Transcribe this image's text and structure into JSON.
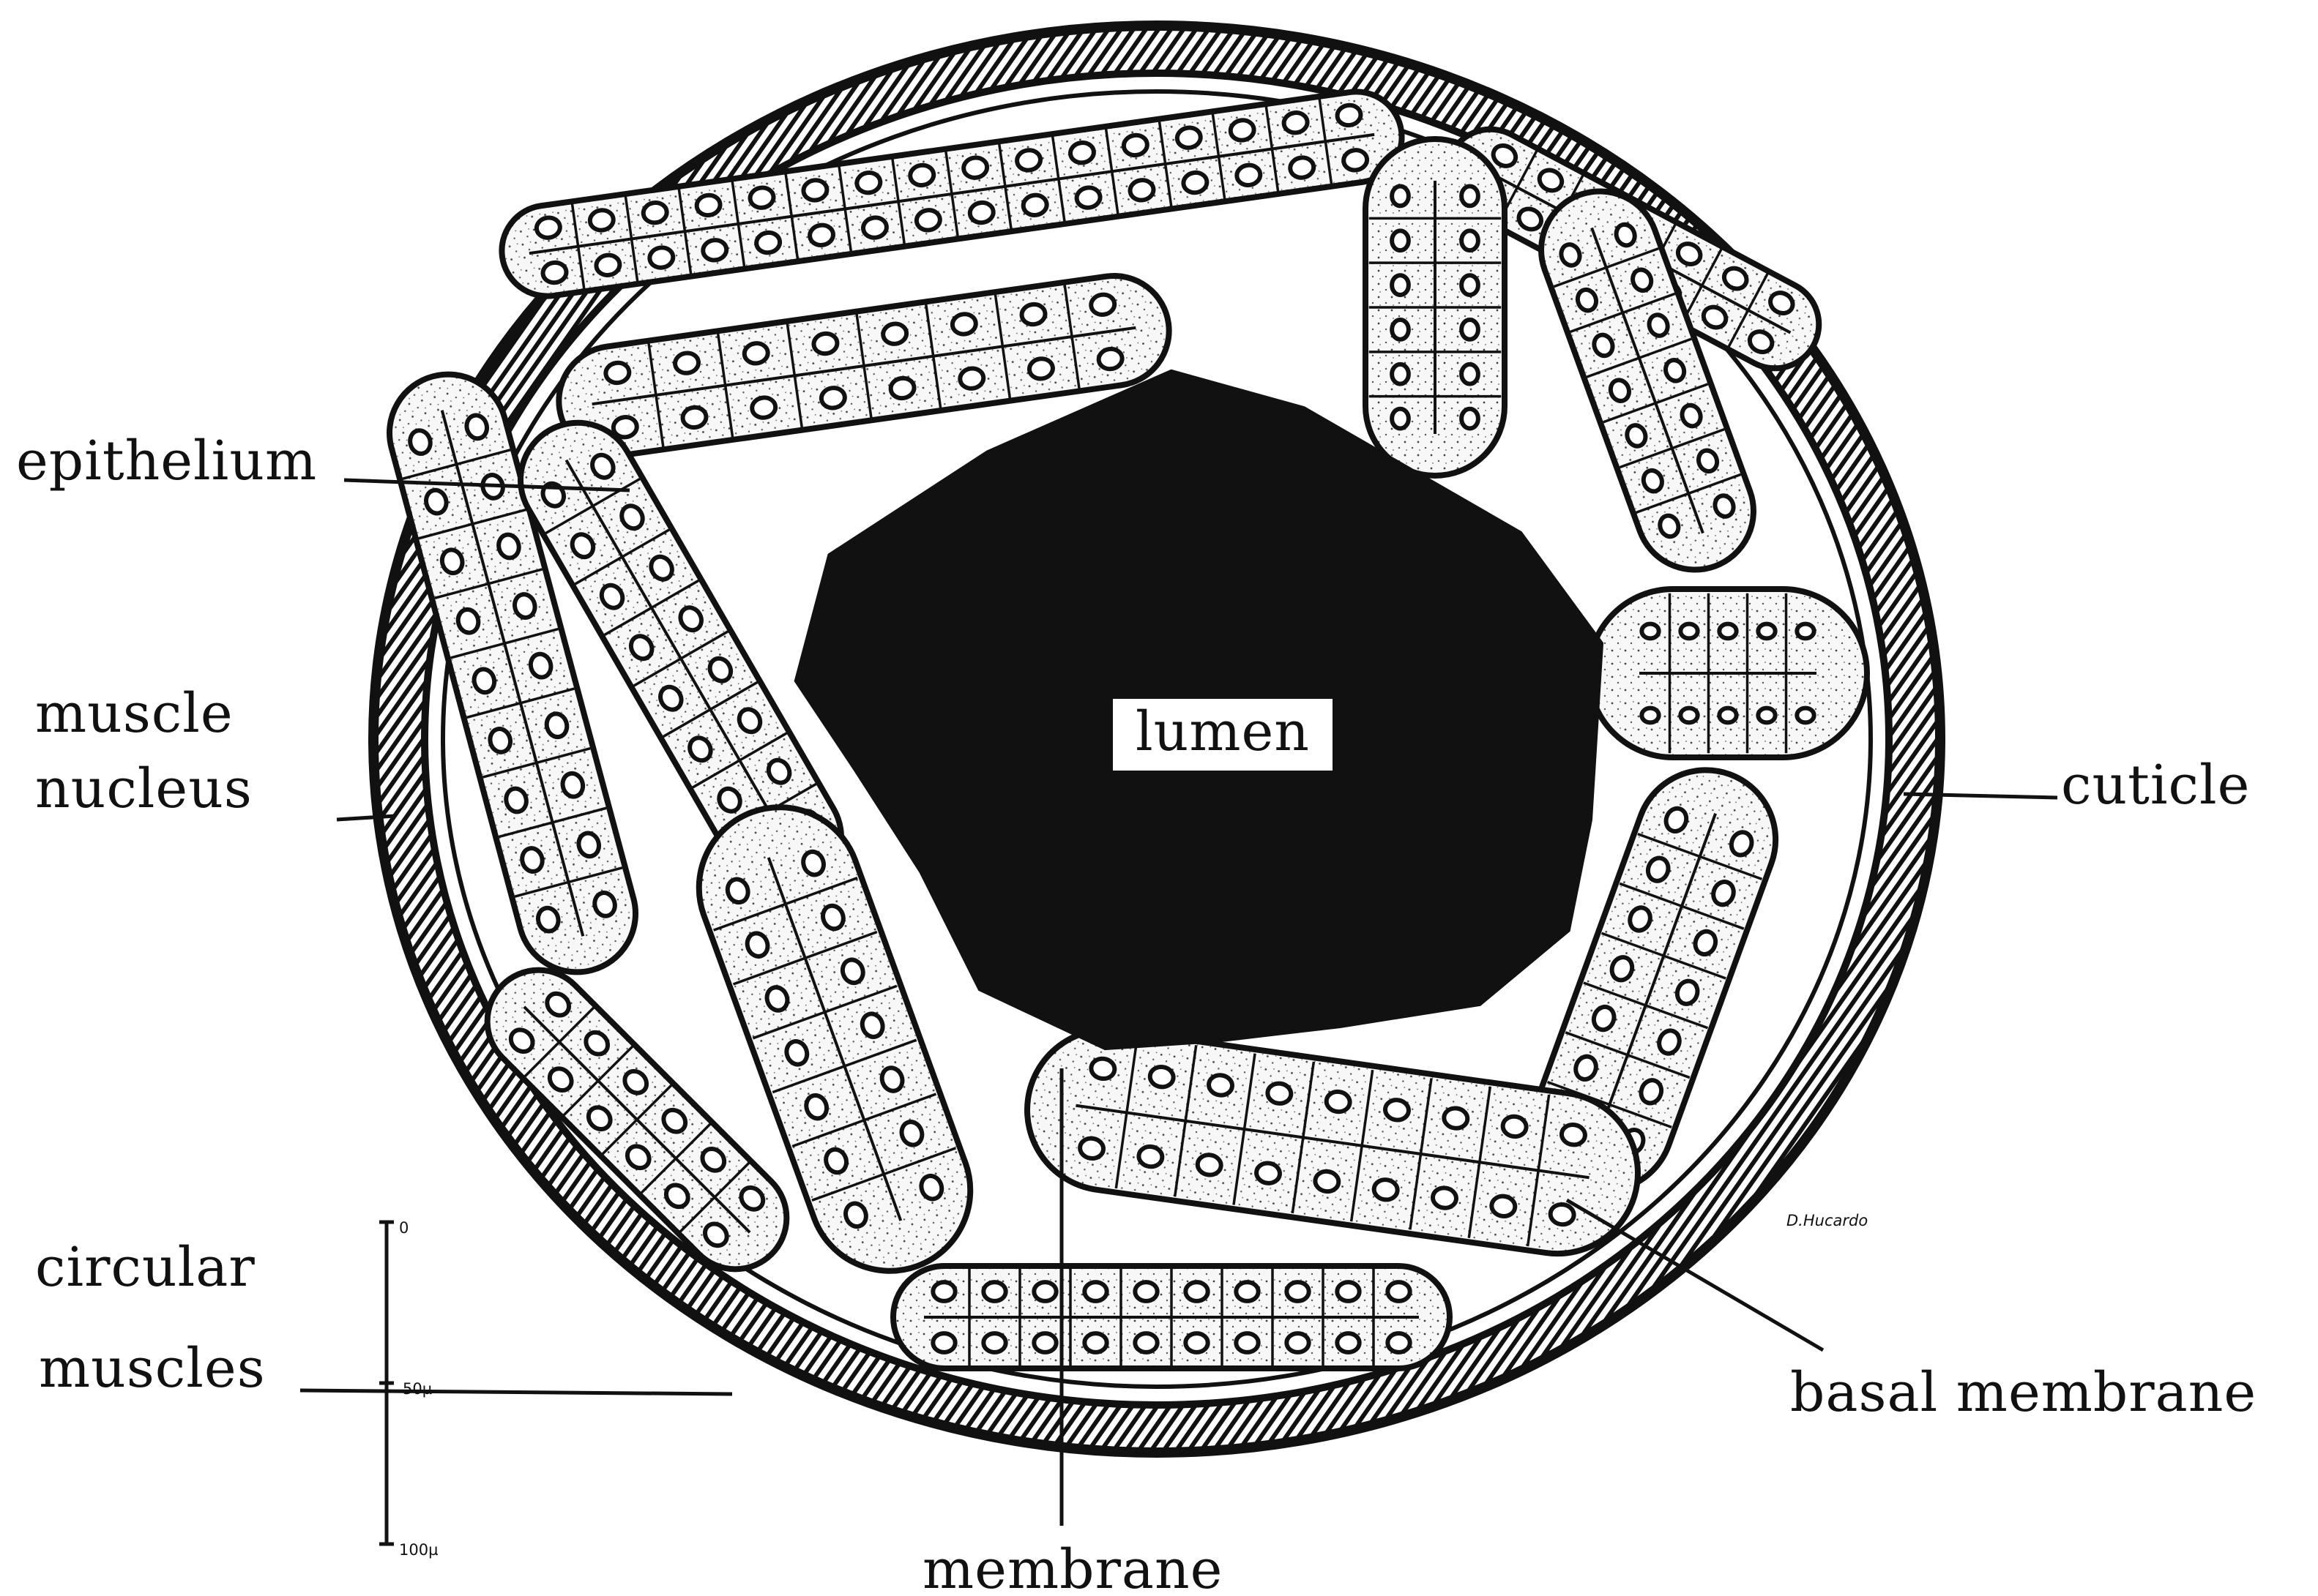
{
  "labels": {
    "epithelium": "epithelium",
    "muscle": "muscle",
    "nucleus": "nucleus",
    "lumen": "lumen",
    "cuticle": "cuticle",
    "circular": "circular",
    "muscles": "muscles",
    "basal_membrane": "basal membrane",
    "membrane": "membrane"
  },
  "scale_bar": {
    "tick_0": "0",
    "tick_50": "50µ",
    "tick_100": "100µ"
  },
  "signature": "D.Hucardo",
  "colors": {
    "ink": "#111111",
    "paper": "#ffffff",
    "cell_fill": "#f7f7f7"
  }
}
